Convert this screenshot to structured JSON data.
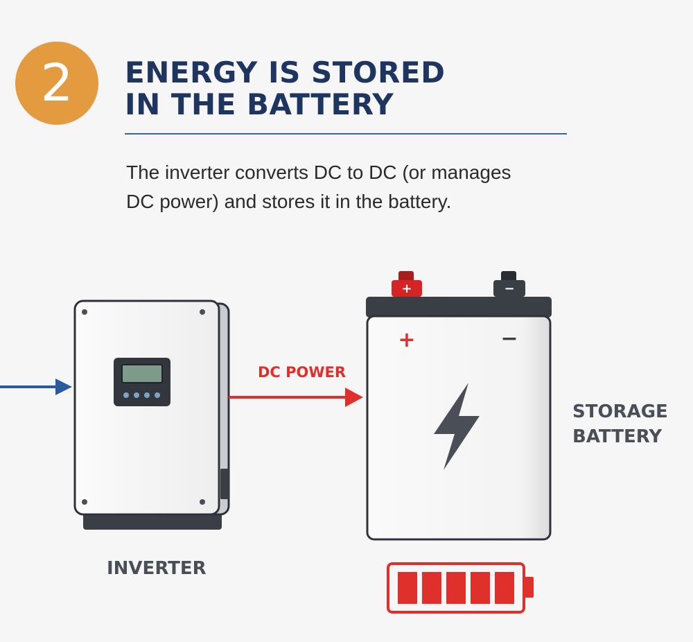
{
  "step": {
    "number": "2",
    "badge_color": "#e49a3e"
  },
  "title": {
    "line1": "ENERGY IS STORED",
    "line2": "IN THE BATTERY",
    "color": "#1e3560"
  },
  "description": {
    "line1": "The inverter converts DC to DC (or manages",
    "line2": "DC power) and stores it in the battery."
  },
  "diagram": {
    "inverter_label": "INVERTER",
    "battery_label_line1": "STORAGE",
    "battery_label_line2": "BATTERY",
    "flow_label": "DC POWER",
    "positive_symbol": "+",
    "negative_symbol": "−",
    "input_arrow_color": "#2a5aa0",
    "flow_arrow_color": "#e0302c",
    "charge_level_bars": 5,
    "icons": [
      "inverter-icon",
      "battery-icon",
      "lightning-bolt-icon",
      "charge-level-icon"
    ]
  }
}
